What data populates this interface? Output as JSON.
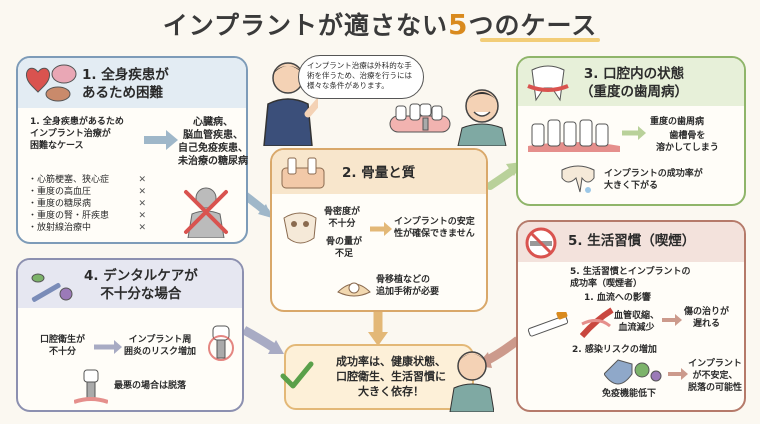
{
  "title": {
    "main": "インプラントが適さない",
    "number": "5",
    "tail": "つのケース"
  },
  "doctor_bubble": "インプラント治療は外科的な手術を伴うため、治療を行うには様々な条件があります。",
  "panel1": {
    "title": "1. 全身疾患が\nあるため困難",
    "intro": "1. 全身疾患があるため\nインプラント治療が\n困難なケース",
    "conditions": "心臓病、\n脳血管疾患、\n自己免疫疾患、\n未治療の糖尿病",
    "items": [
      "・心筋梗塞、狭心症",
      "・重度の高血圧",
      "・重度の糖尿病",
      "・重度の腎・肝疾患",
      "・放射線治療中"
    ],
    "x_mark": "✕"
  },
  "panel2": {
    "title": "2. 骨量と質",
    "density": "骨密度が\n不十分",
    "volume": "骨の量が\n不足",
    "result": "インプラントの安定\n性が確保できません",
    "graft": "骨移植などの\n追加手術が必要"
  },
  "panel3": {
    "title": "3. 口腔内の状態\n（重度の歯周病）",
    "disease": "重度の歯周病",
    "effect": "歯槽骨を\n溶かしてしまう",
    "success": "インプラントの成功率が\n大きく下がる"
  },
  "panel4": {
    "title": "4. デンタルケアが\n不十分な場合",
    "hygiene": "口腔衛生が\n不十分",
    "risk": "インプラント周\n囲炎のリスク増加",
    "worst": "最悪の場合は脱落"
  },
  "panel5": {
    "title": "5. 生活習慣（喫煙）",
    "intro": "5. 生活習慣とインプラントの\n成功率（喫煙者）",
    "blood_head": "1. 血流への影響",
    "blood_detail": "血管収縮、\n血流減少",
    "heal": "傷の治りが\n遅れる",
    "infect_head": "2. 感染リスクの増加",
    "immune": "免疫機能低下",
    "unstable": "インプラント\nが不安定、\n脱落の可能性"
  },
  "summary": "成功率は、健康状態、\n口腔衛生、生活習慣に\n大きく依存！",
  "colors": {
    "p1": "#7d9bb8",
    "p1_bg": "#e3ecf3",
    "p2": "#d9a86a",
    "p2_bg": "#f8e6cc",
    "p3": "#8fb56a",
    "p3_bg": "#e7f0d9",
    "p4": "#8c90b0",
    "p4_bg": "#e6e7f1",
    "p5": "#b57a6a",
    "p5_bg": "#f3e2dc"
  }
}
